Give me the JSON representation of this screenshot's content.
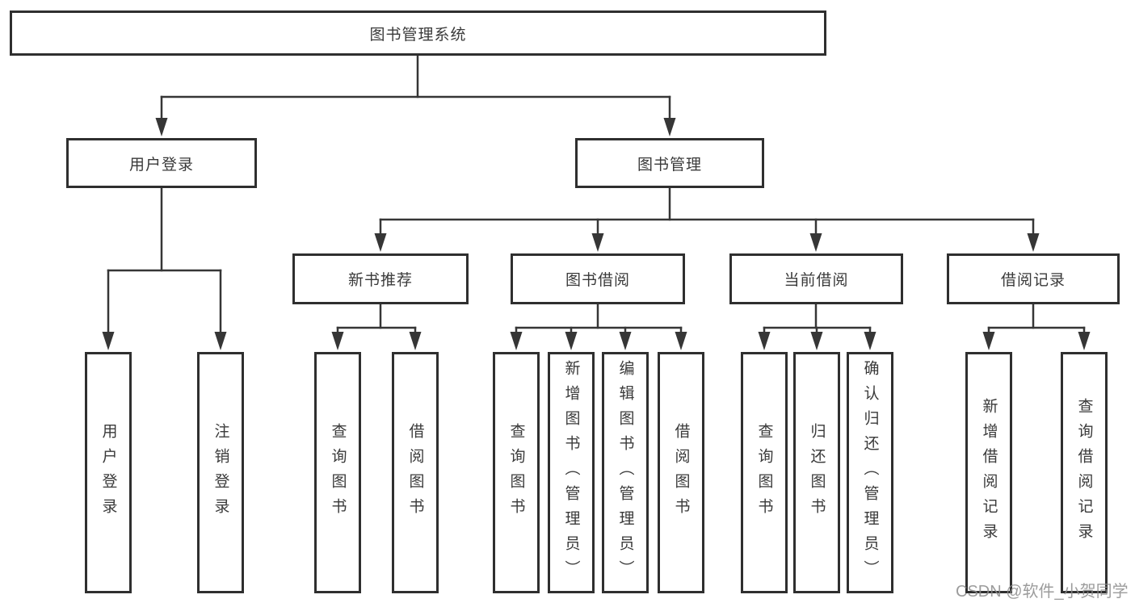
{
  "tree": {
    "root": {
      "label": "图书管理系统"
    },
    "children": [
      {
        "label": "用户登录",
        "children": [
          {
            "label": "用户登录"
          },
          {
            "label": "注销登录"
          }
        ]
      },
      {
        "label": "图书管理",
        "children": [
          {
            "label": "新书推荐",
            "children": [
              {
                "label": "查询图书"
              },
              {
                "label": "借阅图书"
              }
            ]
          },
          {
            "label": "图书借阅",
            "children": [
              {
                "label": "查询图书"
              },
              {
                "label": "新增图书（管理员）"
              },
              {
                "label": "编辑图书（管理员）"
              },
              {
                "label": "借阅图书"
              }
            ]
          },
          {
            "label": "当前借阅",
            "children": [
              {
                "label": "查询图书"
              },
              {
                "label": "归还图书"
              },
              {
                "label": "确认归还（管理员）"
              }
            ]
          },
          {
            "label": "借阅记录",
            "children": [
              {
                "label": "新增借阅记录"
              },
              {
                "label": "查询借阅记录"
              }
            ]
          }
        ]
      }
    ]
  },
  "watermark": {
    "text": "CSDN @软件_小贺同学"
  },
  "colors": {
    "background": "#ffffff",
    "line": "#363636",
    "box_border": "#2f2f2f",
    "text": "#3a3a3a",
    "watermark": "#8b8b8b"
  }
}
